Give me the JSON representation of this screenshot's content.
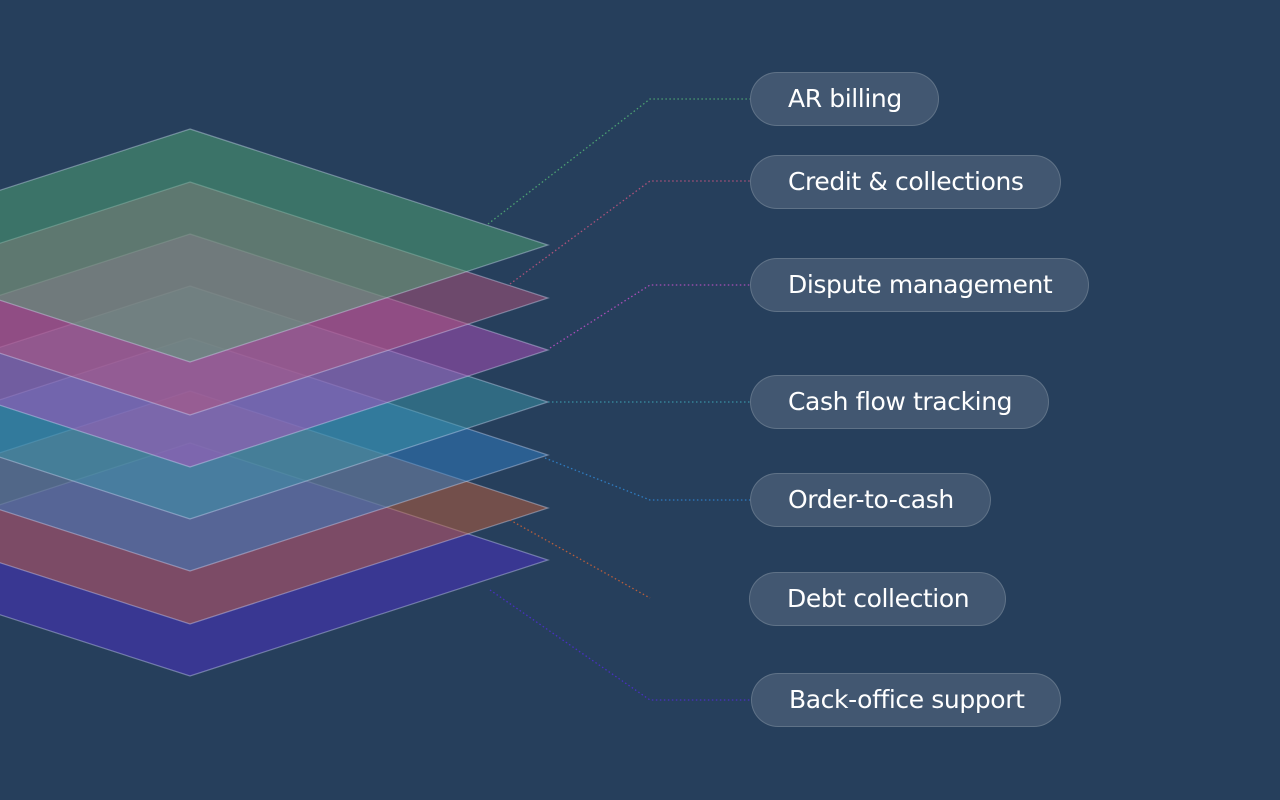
{
  "layers": [
    {
      "label": "AR billing",
      "color": "#4fa774"
    },
    {
      "label": "Credit & collections",
      "color": "#b4547c"
    },
    {
      "label": "Dispute management",
      "color": "#b14fbe"
    },
    {
      "label": "Cash flow tracking",
      "color": "#3a96a8"
    },
    {
      "label": "Order-to-cash",
      "color": "#2f80c6"
    },
    {
      "label": "Debt collection",
      "color": "#c0603a"
    },
    {
      "label": "Back-office support",
      "color": "#4b2fc8"
    }
  ]
}
